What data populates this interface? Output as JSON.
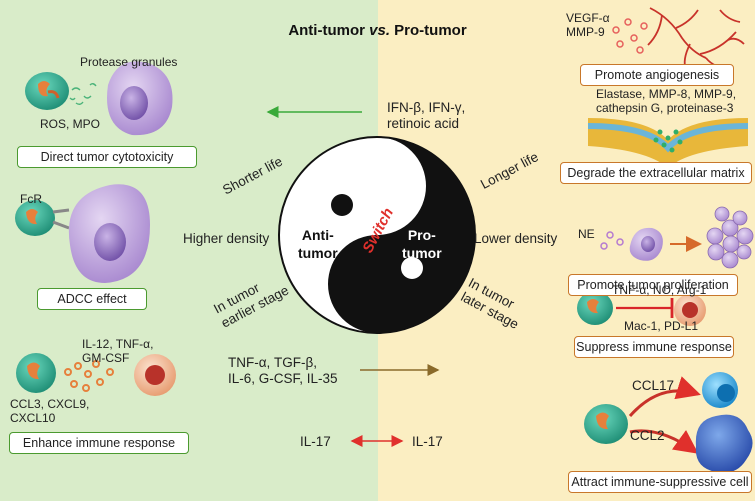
{
  "title": {
    "anti": "Anti-tumor",
    "vs": "vs.",
    "pro": "Pro-tumor"
  },
  "center": {
    "anti_label": "Anti-\ntumor",
    "pro_label": "Pro-\ntumor",
    "switch_label": "Switch",
    "left_top": "Shorter life",
    "left_mid": "Higher density",
    "left_bottom": "In tumor\nearlier stage",
    "right_top": "Longer life",
    "right_mid": "Lower density",
    "right_bottom": "In tumor\nlater stage"
  },
  "arrows": {
    "ifn": "IFN-β, IFN-γ,\nretinoic acid",
    "tnf": "TNF-α, TGF-β,\nIL-6, G-CSF, IL-35",
    "il17_left": "IL-17",
    "il17_right": "IL-17"
  },
  "left": {
    "protease_granules": "Protease granules",
    "ros_mpo": "ROS, MPO",
    "cytotoxicity_box": "Direct tumor cytotoxicity",
    "fcr": "FcR",
    "adcc_box": "ADCC effect",
    "il12": "IL-12, TNF-α,\nGM-CSF",
    "ccl3": "CCL3, CXCL9,\nCXCL10",
    "enhance_box": "Enhance immune response"
  },
  "right": {
    "vegf": "VEGF-α\nMMP-9",
    "angio_box": "Promote angiogenesis",
    "elastase": "Elastase, MMP-8, MMP-9,\ncathepsin G, proteinase-3",
    "ecm_box": "Degrade the extracellular matrix",
    "ne": "NE",
    "prolif_box": "Promote tumor proliferation",
    "tnf_no": "TNF-α, NO, Arg-1",
    "mac1": "Mac-1, PD-L1",
    "suppress_box": "Suppress immune response",
    "ccl17": "CCL17",
    "ccl2": "CCL2",
    "attract_box": "Attract immune-suppressive cell"
  },
  "colors": {
    "left_bg": "#d9ecc9",
    "right_bg": "#fbeec2",
    "green_border": "#4b9a2f",
    "orange_border": "#c8772a",
    "red": "#d9262a",
    "neutrophil": "#2aa88c",
    "tumor": "#b597d6"
  }
}
